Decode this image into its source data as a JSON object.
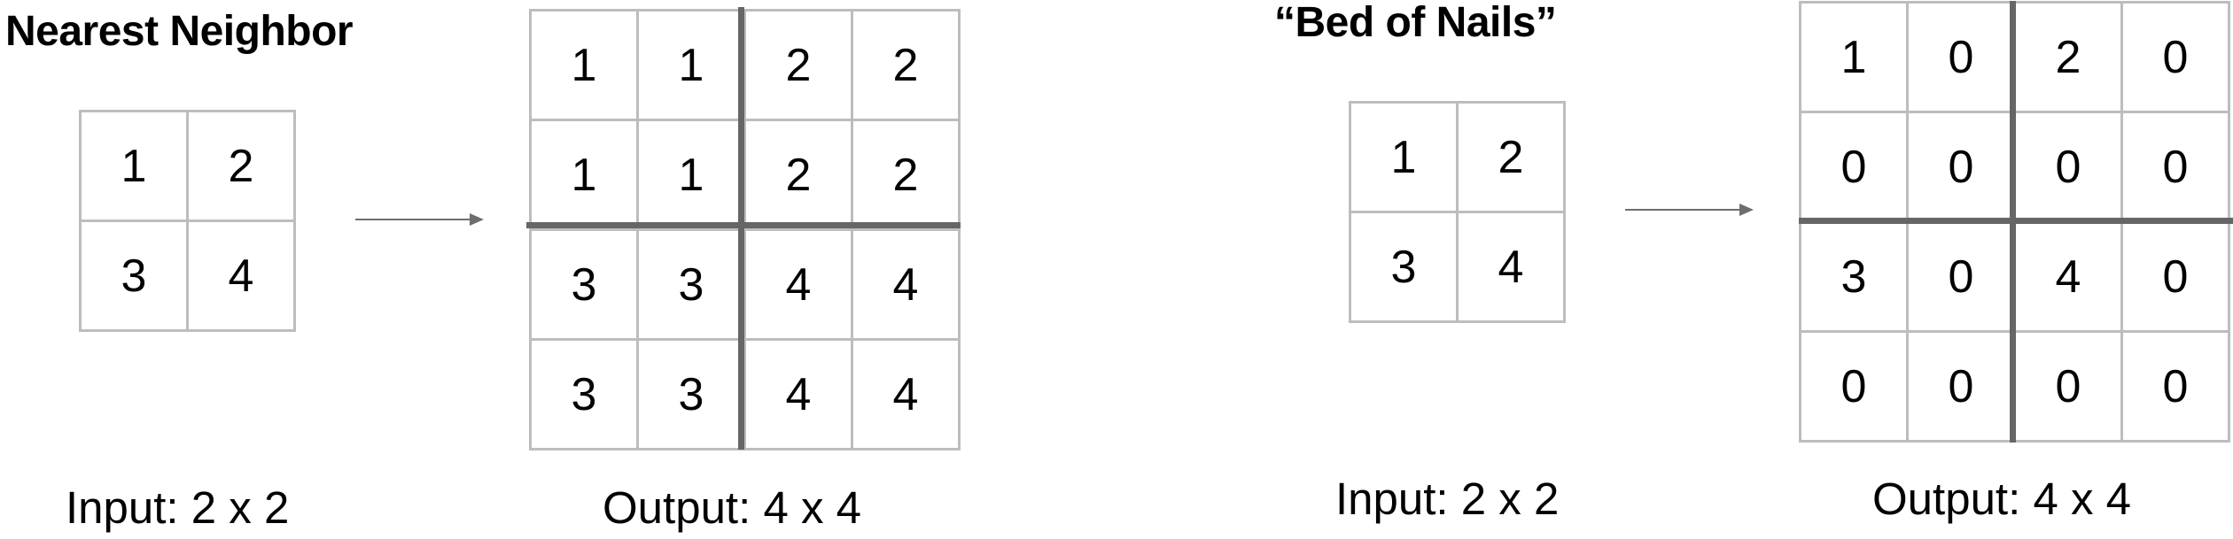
{
  "left_panel": {
    "title": "Nearest Neighbor",
    "input_grid": [
      "1",
      "2",
      "3",
      "4"
    ],
    "output_grid": [
      "1",
      "1",
      "2",
      "2",
      "1",
      "1",
      "2",
      "2",
      "3",
      "3",
      "4",
      "4",
      "3",
      "3",
      "4",
      "4"
    ],
    "input_caption": "Input: 2 x 2",
    "output_caption": "Output: 4 x 4"
  },
  "right_panel": {
    "title": "“Bed of Nails”",
    "input_grid": [
      "1",
      "2",
      "3",
      "4"
    ],
    "output_grid": [
      "1",
      "0",
      "2",
      "0",
      "0",
      "0",
      "0",
      "0",
      "3",
      "0",
      "4",
      "0",
      "0",
      "0",
      "0",
      "0"
    ],
    "input_caption": "Input: 2 x 2",
    "output_caption": "Output: 4 x 4"
  },
  "colors": {
    "grid_line": "#bdbdbd",
    "divider": "#666666",
    "arrow": "#6e6e6e"
  }
}
